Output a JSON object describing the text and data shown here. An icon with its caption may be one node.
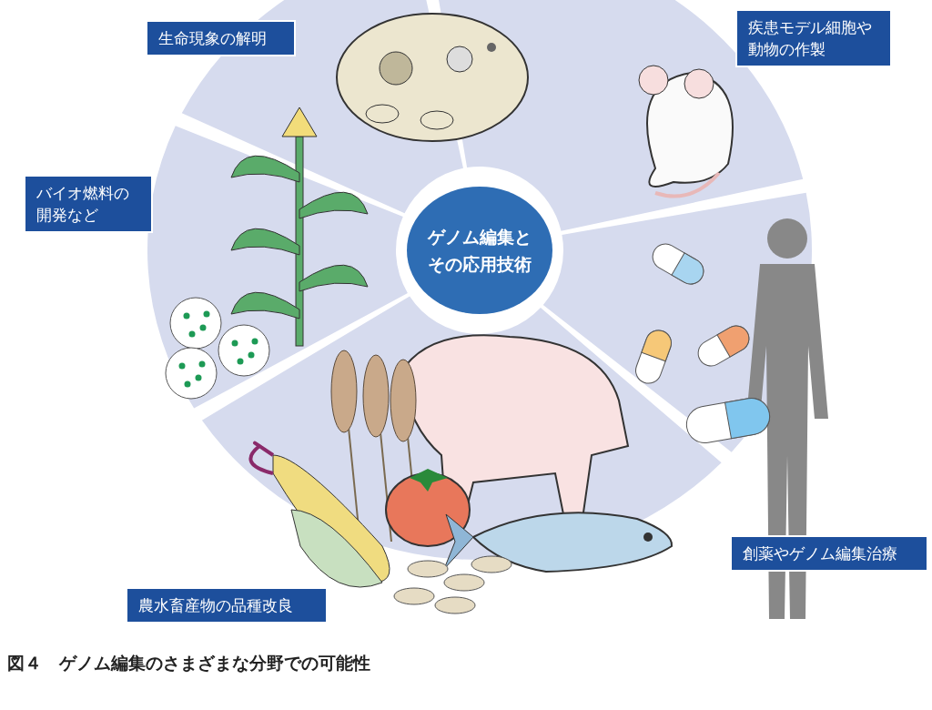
{
  "diagram": {
    "caption": "図４　ゲノム編集のさまざまな分野での可能性",
    "nodes": [
      {
        "text": [
          "生命現象の解明"
        ]
      },
      {
        "text": [
          "疾患モデル細胞や動物の作製"
        ]
      },
      {
        "text": [
          "バイオ燃料の開発など"
        ]
      },
      {
        "text": [
          "ゲノム編集とその応用技術"
        ]
      },
      {
        "text": [
          "創薬やゲノム編集治療"
        ]
      },
      {
        "text": [
          "農水畜産物の品種改良"
        ]
      }
    ]
  }
}
